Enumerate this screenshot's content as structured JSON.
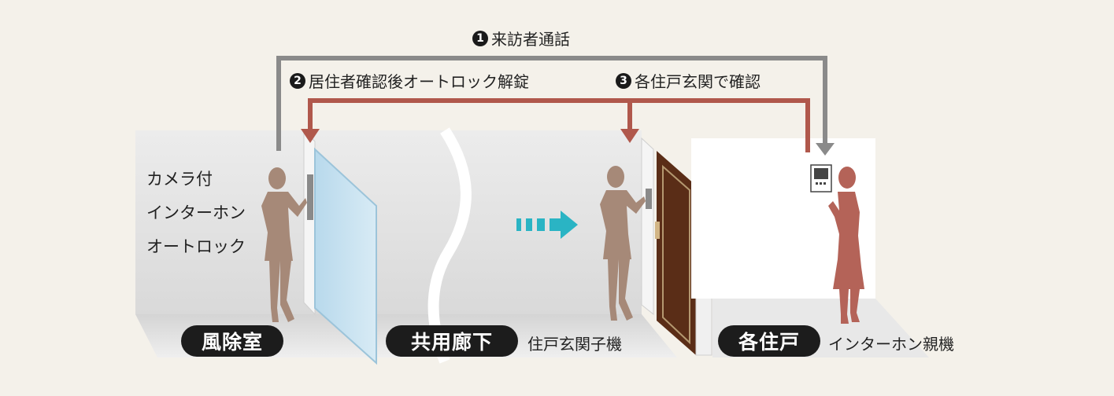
{
  "steps": [
    {
      "num": "1",
      "text": "来訪者通話"
    },
    {
      "num": "2",
      "text": "居住者確認後オートロック解錠"
    },
    {
      "num": "3",
      "text": "各住戸玄関で確認"
    }
  ],
  "features": [
    "カメラ付",
    "インターホン",
    "オートロック"
  ],
  "areas": {
    "vestibule": "風除室",
    "corridor": "共用廊下",
    "unit": "各住戸"
  },
  "devices": {
    "entrance_unit": "住戸玄関子機",
    "master_unit": "インターホン親機"
  },
  "colors": {
    "call_arrow": "#8a8a8a",
    "unlock_arrow": "#b0584c",
    "visitor_silhouette": "#a68978",
    "resident_silhouette": "#b46358",
    "motion_arrow": "#2ab4c4",
    "door": "#5a2d17"
  },
  "icons": [
    "dashed-right-arrow-icon",
    "intercom-monitor-icon"
  ]
}
